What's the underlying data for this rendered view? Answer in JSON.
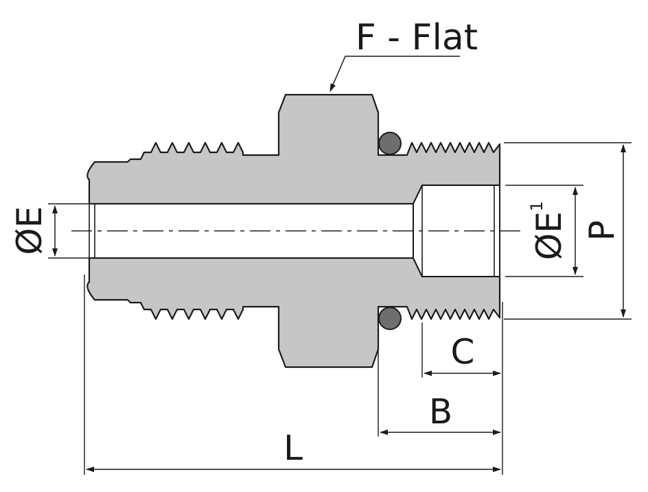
{
  "labels": {
    "flat": "F - Flat",
    "dia_e": "ØE",
    "dia_e1_main": "ØE",
    "dia_e1_sub": "1",
    "p": "P",
    "c": "C",
    "b": "B",
    "l": "L"
  },
  "colors": {
    "body_fill": "#c6c6c6",
    "outline": "#1a1a1a",
    "oring": "#6e6e6e",
    "background": "#ffffff"
  }
}
